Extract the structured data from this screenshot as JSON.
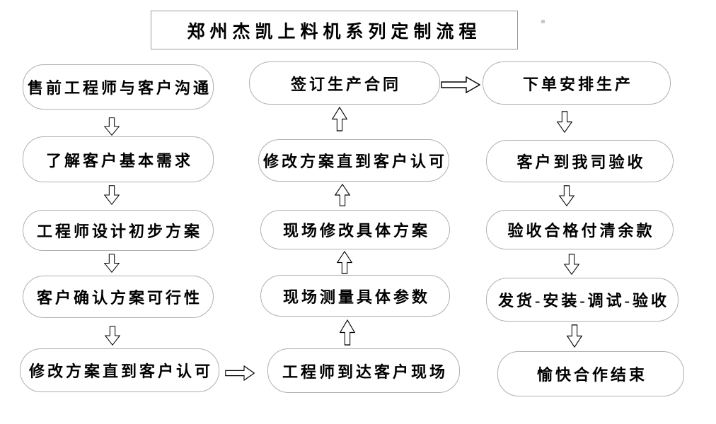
{
  "title": "郑州杰凯上料机系列定制流程",
  "columns": {
    "left": [
      {
        "label": "售前工程师与客户沟通"
      },
      {
        "label": "了解客户基本需求"
      },
      {
        "label": "工程师设计初步方案"
      },
      {
        "label": "客户确认方案可行性"
      },
      {
        "label": "修改方案直到客户认可"
      }
    ],
    "middle": [
      {
        "label": "签订生产合同"
      },
      {
        "label": "修改方案直到客户认可"
      },
      {
        "label": "现场修改具体方案"
      },
      {
        "label": "现场测量具体参数"
      },
      {
        "label": "工程师到达客户现场"
      }
    ],
    "right": [
      {
        "label": "下单安排生产"
      },
      {
        "label": "客户到我司验收"
      },
      {
        "label": "验收合格付清余款"
      },
      {
        "label": "发货-安装-调试-验收"
      },
      {
        "label": "愉快合作结束"
      }
    ]
  },
  "connections": [
    {
      "from": "售前工程师与客户沟通",
      "to": "了解客户基本需求",
      "direction": "down"
    },
    {
      "from": "了解客户基本需求",
      "to": "工程师设计初步方案",
      "direction": "down"
    },
    {
      "from": "工程师设计初步方案",
      "to": "客户确认方案可行性",
      "direction": "down"
    },
    {
      "from": "客户确认方案可行性",
      "to": "修改方案直到客户认可",
      "direction": "down"
    },
    {
      "from": "修改方案直到客户认可",
      "to": "工程师到达客户现场",
      "direction": "right"
    },
    {
      "from": "工程师到达客户现场",
      "to": "现场测量具体参数",
      "direction": "up"
    },
    {
      "from": "现场测量具体参数",
      "to": "现场修改具体方案",
      "direction": "up"
    },
    {
      "from": "现场修改具体方案",
      "to": "修改方案直到客户认可",
      "direction": "up"
    },
    {
      "from": "修改方案直到客户认可",
      "to": "签订生产合同",
      "direction": "up"
    },
    {
      "from": "签订生产合同",
      "to": "下单安排生产",
      "direction": "right"
    },
    {
      "from": "下单安排生产",
      "to": "客户到我司验收",
      "direction": "down"
    },
    {
      "from": "客户到我司验收",
      "to": "验收合格付清余款",
      "direction": "down"
    },
    {
      "from": "验收合格付清余款",
      "to": "发货-安装-调试-验收",
      "direction": "down"
    },
    {
      "from": "发货-安装-调试-验收",
      "to": "愉快合作结束",
      "direction": "down"
    }
  ],
  "icons": {
    "down_arrow": "hollow-block-arrow-down",
    "up_arrow": "hollow-block-arrow-up",
    "right_arrow": "hollow-block-arrow-right"
  },
  "colors": {
    "background": "#ffffff",
    "box_border": "#b0b0b0",
    "title_border": "#9a9a9a",
    "text": "#000000",
    "arrow_outline": "#000000",
    "arrow_fill": "#ffffff"
  }
}
